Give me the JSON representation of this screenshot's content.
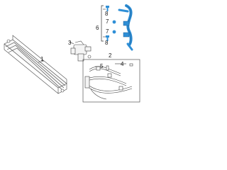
{
  "figure": {
    "accent": "#2f8fd6",
    "line_color": "#333333"
  },
  "parts": [
    {
      "id": "cooler",
      "callout": "1",
      "icon": "oil-cooler-radiator"
    },
    {
      "id": "lines-assembly",
      "callout": "2",
      "icon": "cooler-lines-assembly"
    },
    {
      "id": "bracket-box",
      "callout": "3",
      "icon": "box-assembly"
    },
    {
      "id": "line-fitting",
      "callout": "4",
      "icon": "fitting"
    },
    {
      "id": "upper-tube",
      "callout": "6",
      "icon": "bent-tube"
    },
    {
      "id": "clip-a",
      "callout": "7",
      "icon": "clip"
    },
    {
      "id": "clip-b",
      "callout": "7",
      "icon": "clip"
    },
    {
      "id": "bolt-a",
      "callout": "8",
      "icon": "bolt"
    },
    {
      "id": "bolt-b",
      "callout": "8",
      "icon": "bolt"
    },
    {
      "id": "bolt-c",
      "callout": "5",
      "icon": "bolt"
    }
  ]
}
